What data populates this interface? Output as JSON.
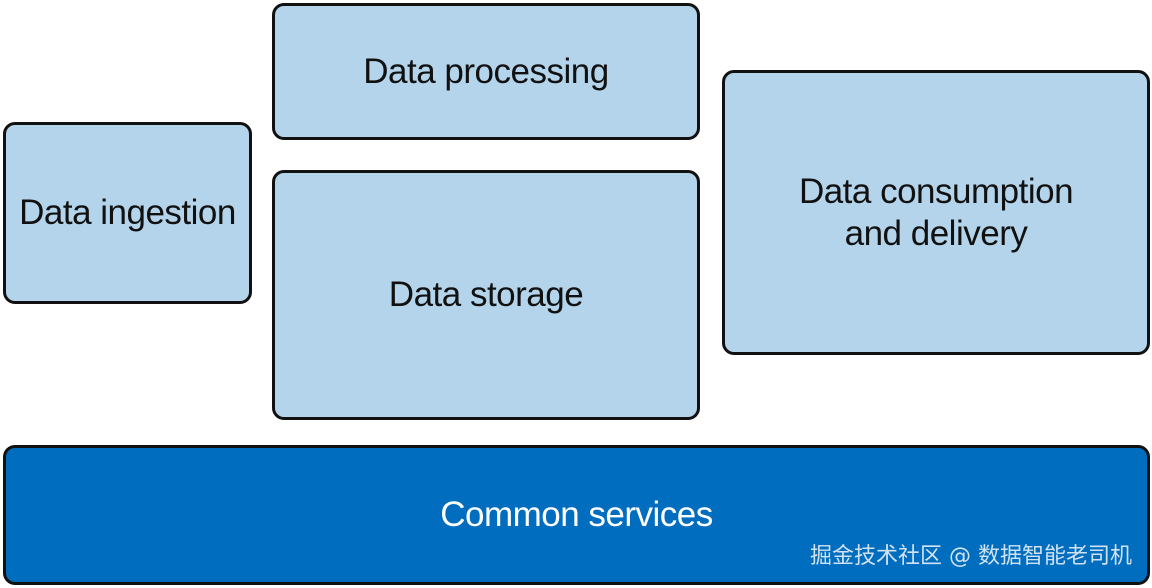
{
  "diagram": {
    "ingestion_label": "Data ingestion",
    "processing_label": "Data processing",
    "storage_label": "Data storage",
    "consumption_label_line1": "Data consumption",
    "consumption_label_line2": "and delivery",
    "common_label": "Common services"
  },
  "watermark": {
    "text": "掘金技术社区 @ 数据智能老司机"
  },
  "colors": {
    "box_fill": "#b3d4ea",
    "common_fill": "#006dbf",
    "border": "#111111"
  }
}
